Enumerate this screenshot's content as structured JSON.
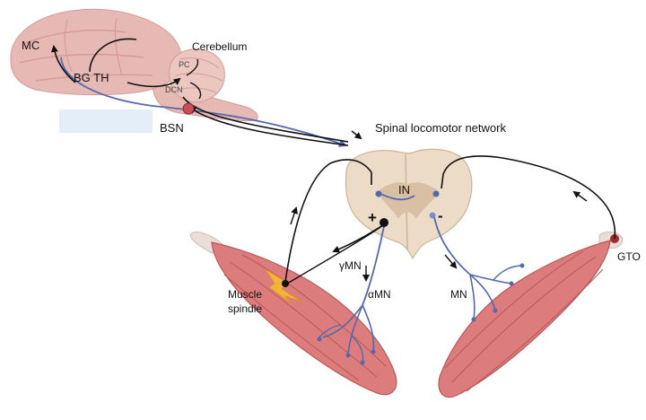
{
  "labels": {
    "mc": "MC",
    "bg_th": "BG TH",
    "cerebellum": "Cerebellum",
    "pc": "PC",
    "dcn": "DCN",
    "bsn": "BSN",
    "spinal_network": "Spinal locomotor network",
    "in": "IN",
    "plus": "+",
    "minus": "-",
    "gamma_mn": "γMN",
    "alpha_mn": "αMN",
    "mn": "MN",
    "muscle_spindle_1": "Muscle",
    "muscle_spindle_2": "spindle",
    "gto": "GTO"
  },
  "colors": {
    "brain": "#e7b9b4",
    "brain_fold": "#d79b95",
    "cerebellum": "#ecc7c1",
    "spinal_cord": "#ecdcc7",
    "grey_matter": "#d9c0a4",
    "muscle": "#dd7c7c",
    "muscle_stripe": "#b85757",
    "tendon": "#eadfd8",
    "neuron": "#5468ad",
    "axon": "#111111",
    "spindle": "#f3b23a",
    "gto": "#9b2d2d"
  }
}
